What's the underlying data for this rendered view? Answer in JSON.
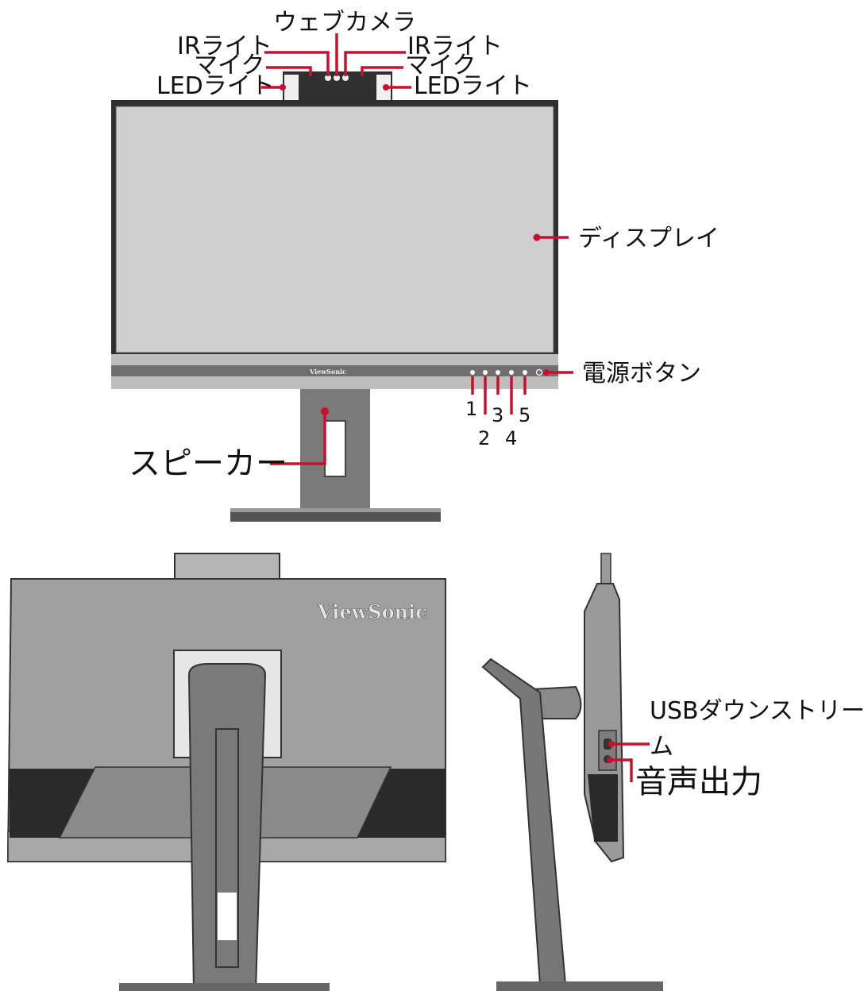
{
  "colors": {
    "callout": "#c8102e",
    "bezel": "#3a3a3a",
    "panel": "#c8c8c8",
    "body": "#8f8f8f",
    "stand": "#777777",
    "dark": "#2a2a2a"
  },
  "brand": "ViewSonic",
  "labels": {
    "webcam": "ウェブカメラ",
    "ir_left": "IRライト",
    "ir_right": "IRライト",
    "mic_left": "マイク",
    "mic_right": "マイク",
    "led_left": "LEDライト",
    "led_right": "LEDライト",
    "display": "ディスプレイ",
    "power": "電源ボタン",
    "speaker": "スピーカー",
    "usb_line1": "USBダウンストリー",
    "usb_line2": "ム",
    "audio": "音声出力"
  },
  "button_numbers": [
    "1",
    "2",
    "3",
    "4",
    "5"
  ]
}
